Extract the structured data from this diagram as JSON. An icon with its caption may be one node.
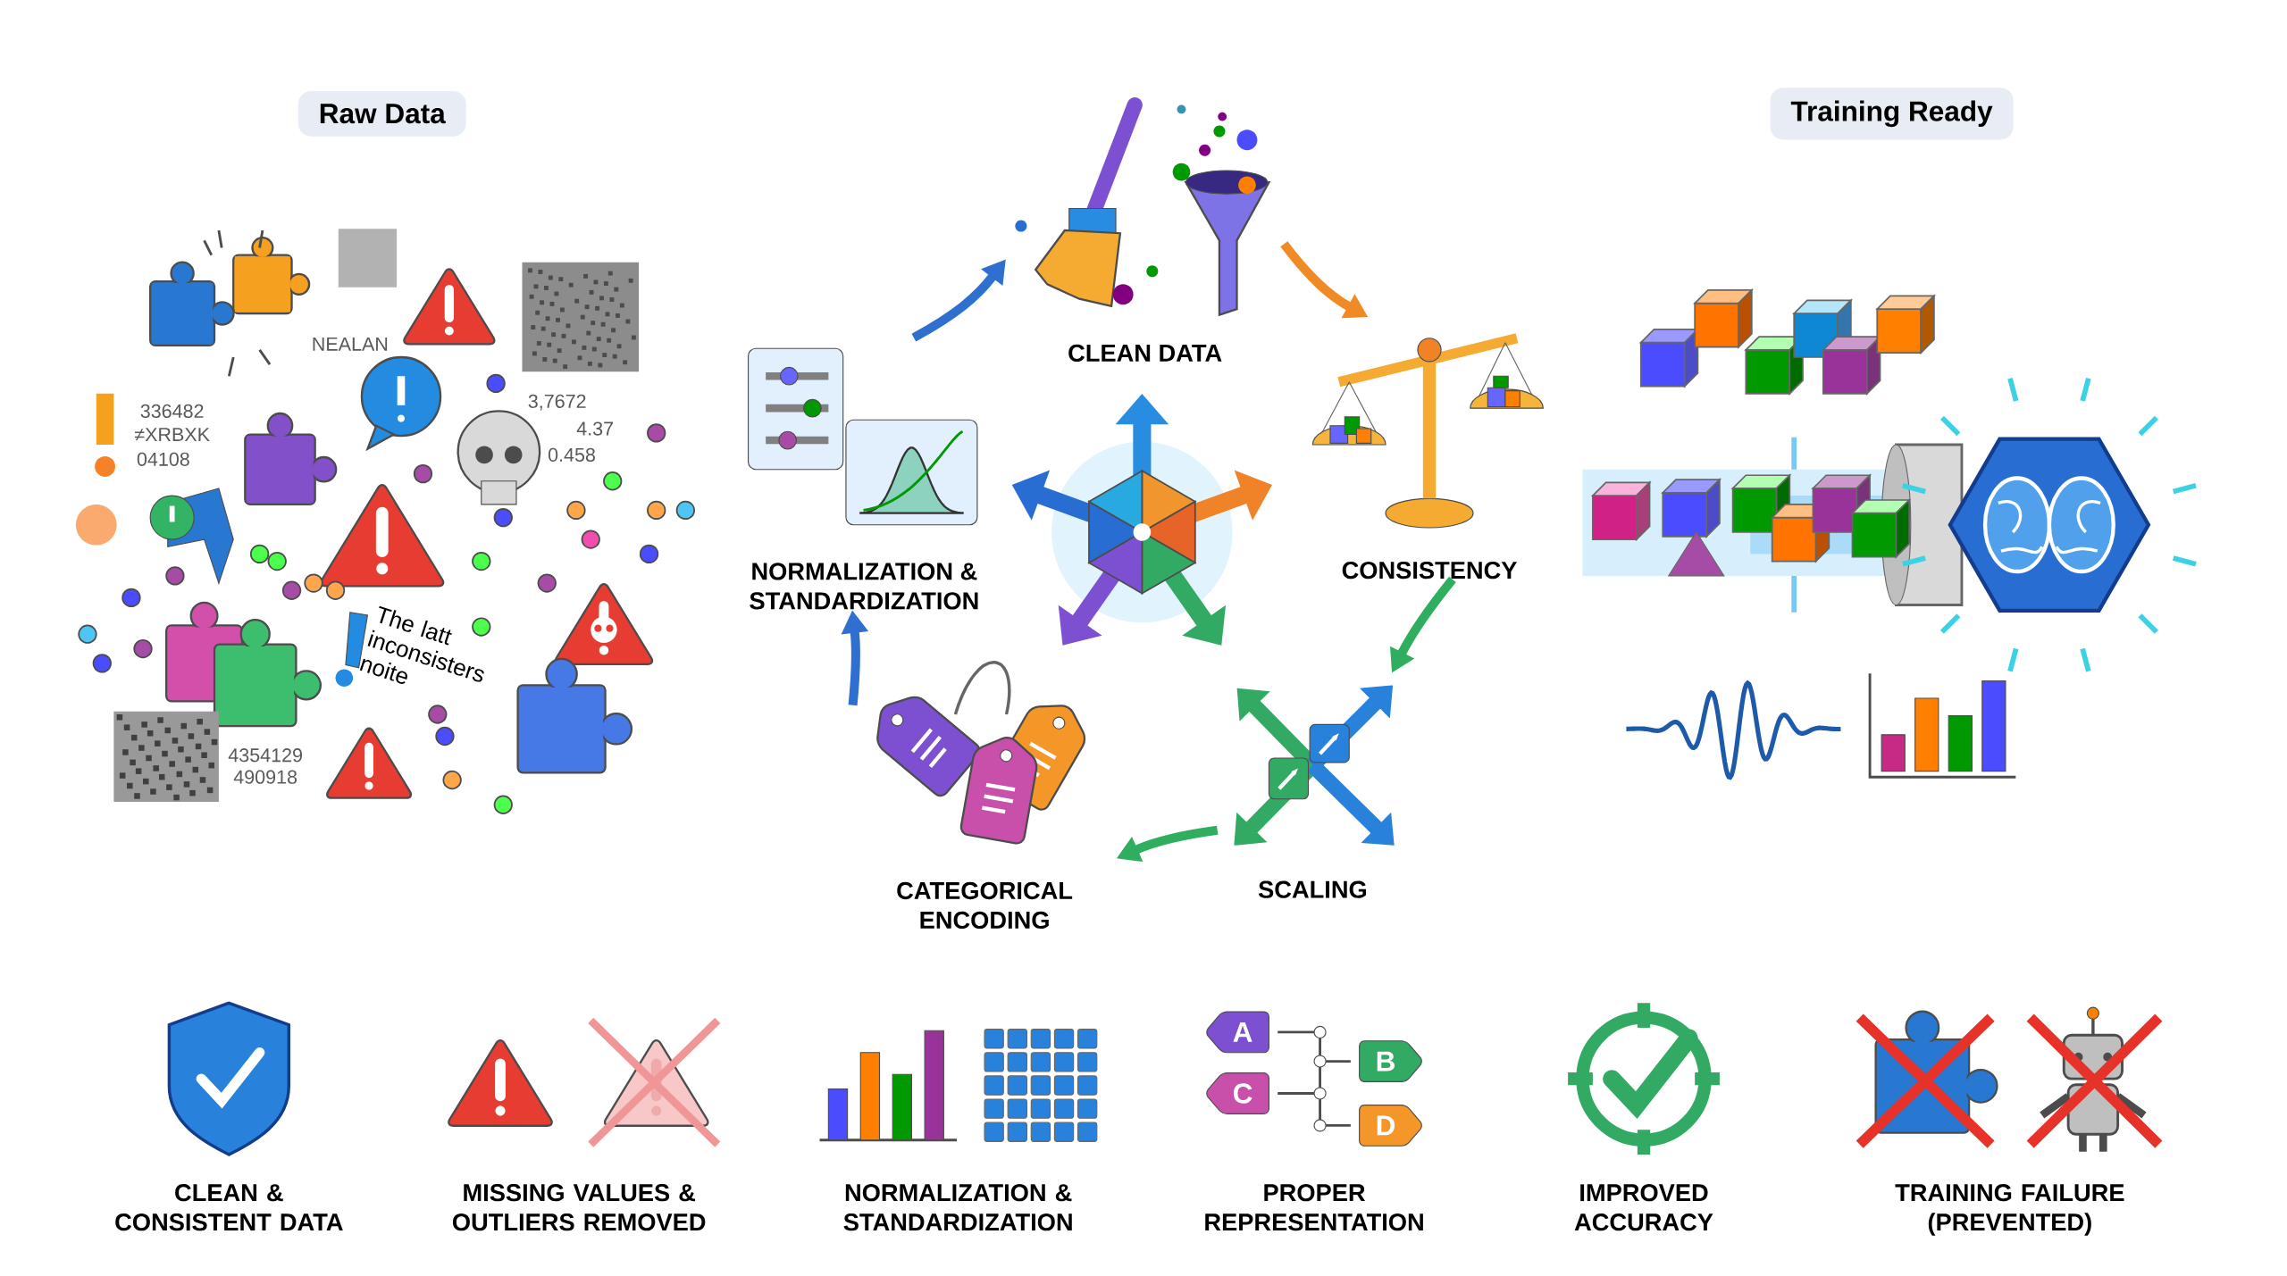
{
  "diagram": {
    "nodes": [
      {
        "text": [
          "Raw Data"
        ]
      },
      {
        "text": [
          "Training Ready"
        ]
      },
      {
        "text": [
          "CLEAN DATA"
        ]
      },
      {
        "text": [
          "CONSISTENCY"
        ]
      },
      {
        "text": [
          "SCALING"
        ]
      },
      {
        "text": [
          "CATEGORICAL ENCODING"
        ]
      },
      {
        "text": [
          "NORMALIZATION & STANDARDIZATION"
        ]
      }
    ],
    "edges": [
      {
        "from": 6,
        "to": 2,
        "arrow": "to",
        "color": "#2f6fd0"
      },
      {
        "from": 2,
        "to": 3,
        "arrow": "to",
        "color": "#f08a24"
      },
      {
        "from": 3,
        "to": 4,
        "arrow": "to",
        "color": "#2fae5f"
      },
      {
        "from": 4,
        "to": 5,
        "arrow": "to",
        "color": "#2fae5f"
      },
      {
        "from": 5,
        "to": 6,
        "arrow": "to",
        "color": "#2f6fd0"
      }
    ],
    "labels": [
      "NEALAN",
      "336482",
      "≠XRBXK",
      "04108",
      "3,7672",
      "4.37",
      "0.458",
      "The latt inconsisters noite",
      "4354129",
      "490918",
      "A",
      "B",
      "C",
      "D",
      "CLEAN & CONSISTENT DATA",
      "MISSING VALUES & OUTLIERS REMOVED",
      "NORMALIZATION & STANDARDIZATION",
      "PROPER REPRESENTATION",
      "IMPROVED ACCURACY",
      "TRAINING FAILURE (PREVENTED)"
    ]
  }
}
